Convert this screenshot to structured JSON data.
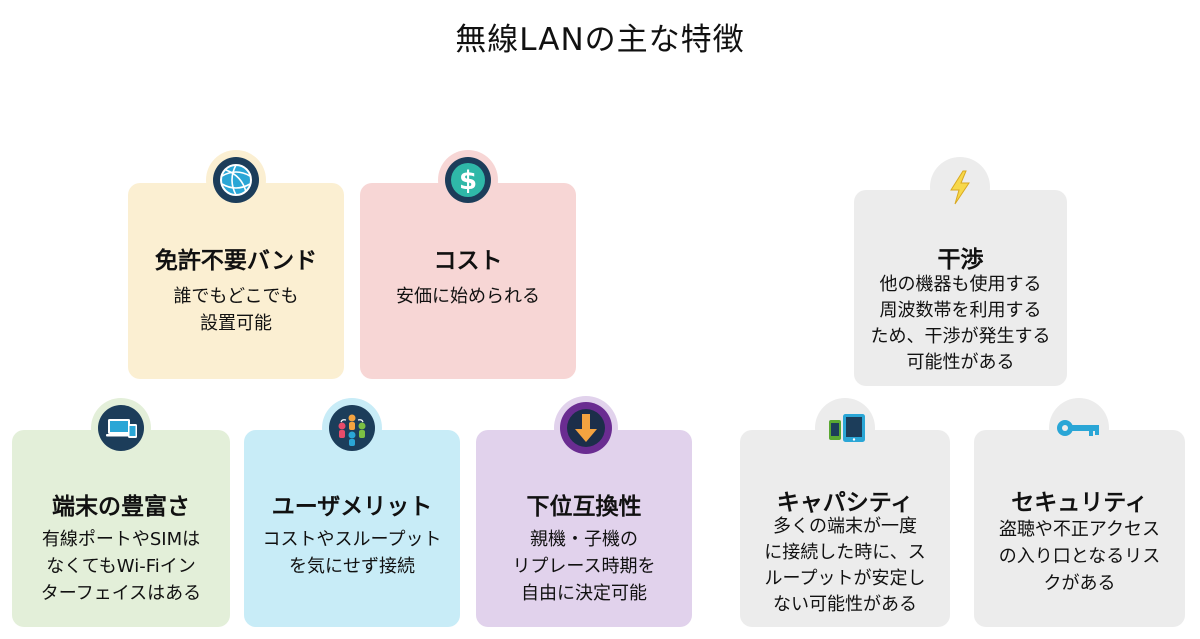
{
  "title": "無線LANの主な特徴",
  "cards": {
    "license": {
      "heading": "免許不要バンド",
      "desc": "誰でもどこでも\n設置可能",
      "icon": "globe-icon"
    },
    "cost": {
      "heading": "コスト",
      "desc": "安価に始められる",
      "icon": "dollar-icon"
    },
    "device": {
      "heading": "端末の豊富さ",
      "desc": "有線ポートやSIMは\nなくてもWi-Fiイン\nターフェイスはある",
      "icon": "devices-icon"
    },
    "user": {
      "heading": "ユーザメリット",
      "desc": "コストやスループット\nを気にせず接続",
      "icon": "users-icon"
    },
    "compat": {
      "heading": "下位互換性",
      "desc": "親機・子機の\nリプレース時期を\n自由に決定可能",
      "icon": "down-arrow-icon"
    },
    "interf": {
      "heading": "干渉",
      "desc": "他の機器も使用する\n周波数帯を利用する\nため、干渉が発生する\n可能性がある",
      "icon": "lightning-icon"
    },
    "capacity": {
      "heading": "キャパシティ",
      "desc": "多くの端末が一度\nに接続した時に、ス\nループットが安定し\nない可能性がある",
      "icon": "tablet-phone-icon"
    },
    "security": {
      "heading": "セキュリティ",
      "desc": "盗聴や不正アクセス\nの入り口となるリス\nクがある",
      "icon": "key-icon"
    }
  }
}
